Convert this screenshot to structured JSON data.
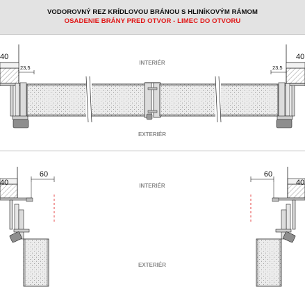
{
  "header": {
    "title": "VODOROVNÝ REZ KRÍDLOVOU BRÁNOU S HLINÍKOVÝM RÁMOM",
    "subtitle": "OSADENIE BRÁNY PRED OTVOR - LIMEC DO OTVORU",
    "subtitle_color": "#e01818"
  },
  "top_section": {
    "interior_label": "INTERIÉR",
    "exterior_label": "EXTERIÉR",
    "wall_dim_left": "40",
    "wall_dim_right": "40",
    "frame_dim_left": "23,5",
    "frame_dim_right": "23,5"
  },
  "bottom_section": {
    "interior_label": "INTERIÉR",
    "exterior_label": "EXTERIÉR",
    "wall_dim_left": "40",
    "wall_dim_right": "40",
    "offset_dim_left": "60",
    "offset_dim_right": "60"
  }
}
